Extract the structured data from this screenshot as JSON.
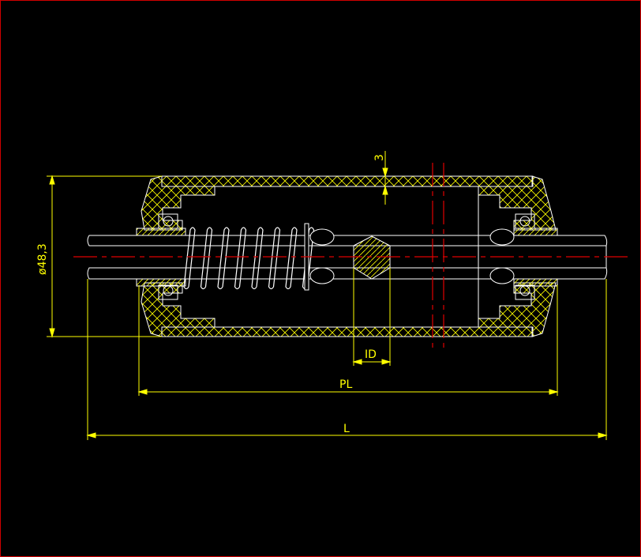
{
  "drawing": {
    "dimensions": {
      "wall_thickness": "3",
      "diameter": "ø48,3",
      "inner_dim": "ID",
      "pipe_length": "PL",
      "length": "L"
    },
    "colors": {
      "background": "#000000",
      "outline": "#ffffff",
      "dimension": "#ffff00",
      "centerline": "#e00000"
    }
  }
}
